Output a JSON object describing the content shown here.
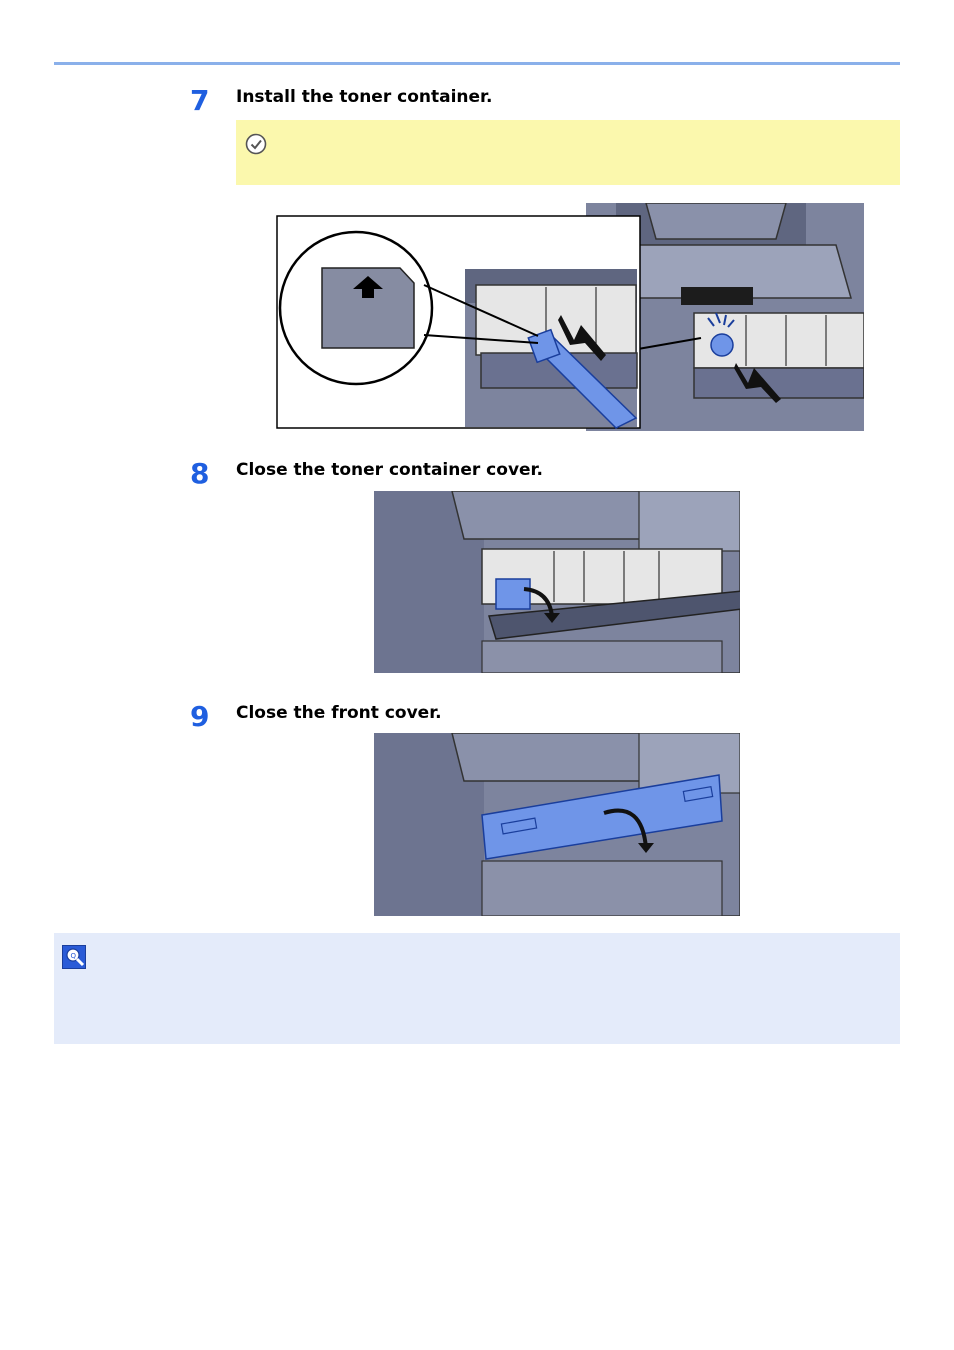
{
  "steps": [
    {
      "number": "7",
      "title": "Install the toner container."
    },
    {
      "number": "8",
      "title": "Close the toner container cover."
    },
    {
      "number": "9",
      "title": "Close the front cover."
    }
  ],
  "icons": {
    "important": "checkmark-circle-icon",
    "note": "note-magnifier-icon"
  },
  "colors": {
    "step_number": "#1f5fe0",
    "top_rule": "#8ab0ea",
    "important_bg": "#fbf8ad",
    "note_bg": "#e4ebfa",
    "highlight_part": "#6f95e8"
  }
}
